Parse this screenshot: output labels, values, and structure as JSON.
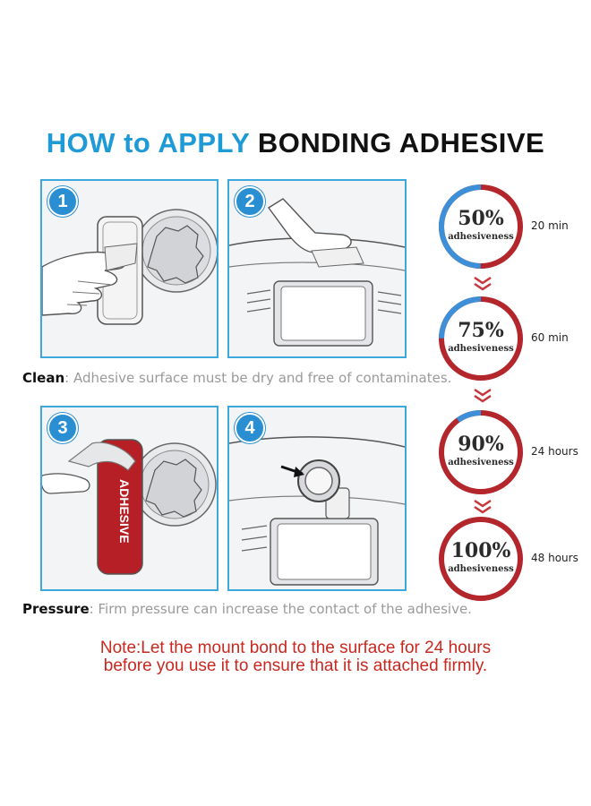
{
  "title": {
    "part1": "HOW to APPLY",
    "part2": "BONDING ADHESIVE"
  },
  "steps": [
    {
      "num": "1"
    },
    {
      "num": "2"
    },
    {
      "num": "3",
      "sticker_text": "ADHESIVE"
    },
    {
      "num": "4"
    }
  ],
  "captions": {
    "clean": {
      "label": "Clean",
      "text": ": Adhesive surface must be dry and free of contaminates."
    },
    "pressure": {
      "label": "Pressure",
      "text": ": Firm pressure can increase the contact of the adhesive."
    }
  },
  "note": {
    "line1": "Note:Let the mount bond to the surface for 24 hours",
    "line2": "before you use it to ensure that it is attached firmly."
  },
  "stages": [
    {
      "percent": "50%",
      "label": "adhesiveness",
      "time": "20 min",
      "fill": 0.5
    },
    {
      "percent": "75%",
      "label": "adhesiveness",
      "time": "60 min",
      "fill": 0.75
    },
    {
      "percent": "90%",
      "label": "adhesiveness",
      "time": "24 hours",
      "fill": 0.9
    },
    {
      "percent": "100%",
      "label": "adhesiveness",
      "time": "48 hours",
      "fill": 1.0
    }
  ],
  "colors": {
    "blue": "#3d8fd8",
    "red": "#b3262c",
    "accent_blue": "#1e9ad6",
    "note_red": "#c8281f"
  }
}
